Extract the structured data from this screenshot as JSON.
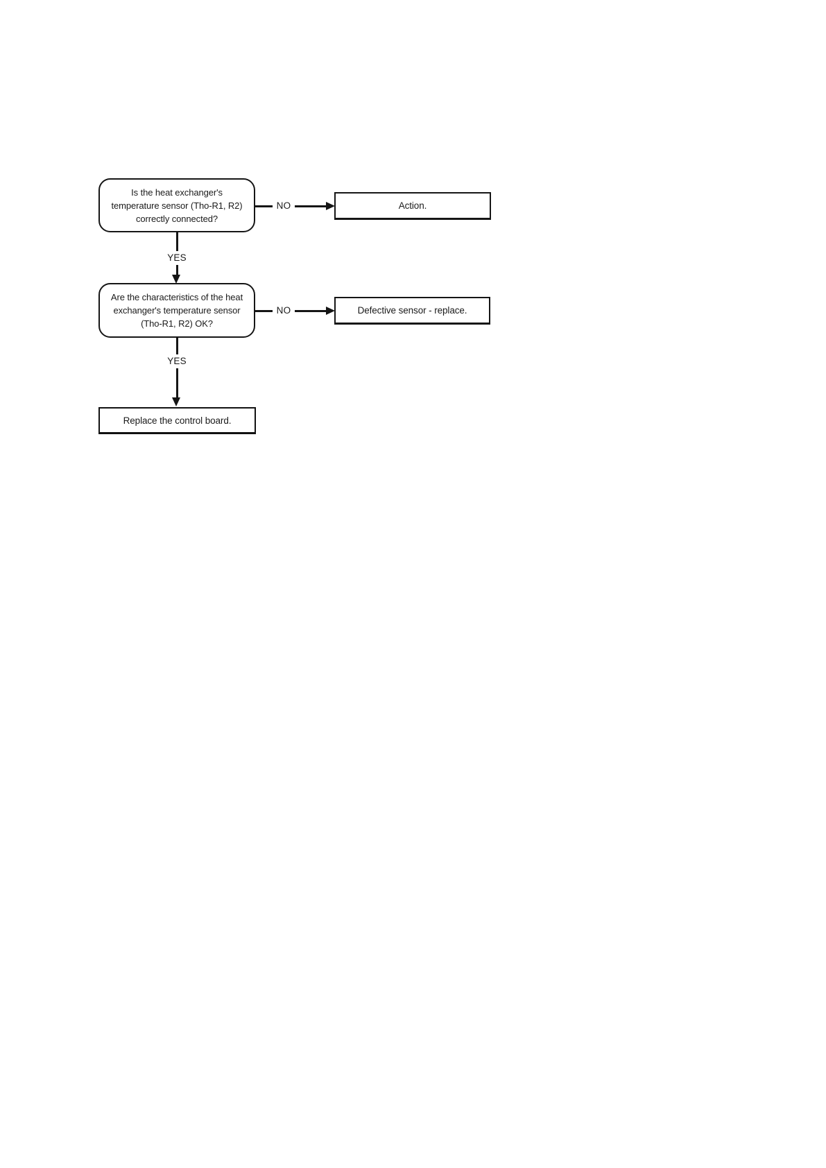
{
  "page": {
    "background": "#ffffff",
    "line_color": "#151515",
    "text_color": "#1a1a1a"
  },
  "flowchart": {
    "decision1": {
      "lines": [
        "Is the heat exchanger's",
        "temperature sensor (Tho-R1, R2)",
        "correctly connected?"
      ]
    },
    "action1": {
      "label": "Action."
    },
    "decision2": {
      "lines": [
        "Are the characteristics of the heat",
        "exchanger's temperature sensor",
        "(Tho-R1, R2) OK?"
      ]
    },
    "action2": {
      "label": "Defective sensor - replace."
    },
    "terminal": {
      "label": "Replace the control board."
    },
    "edges": {
      "yes1": "YES",
      "no1": "NO",
      "yes2": "YES",
      "no2": "NO"
    }
  }
}
